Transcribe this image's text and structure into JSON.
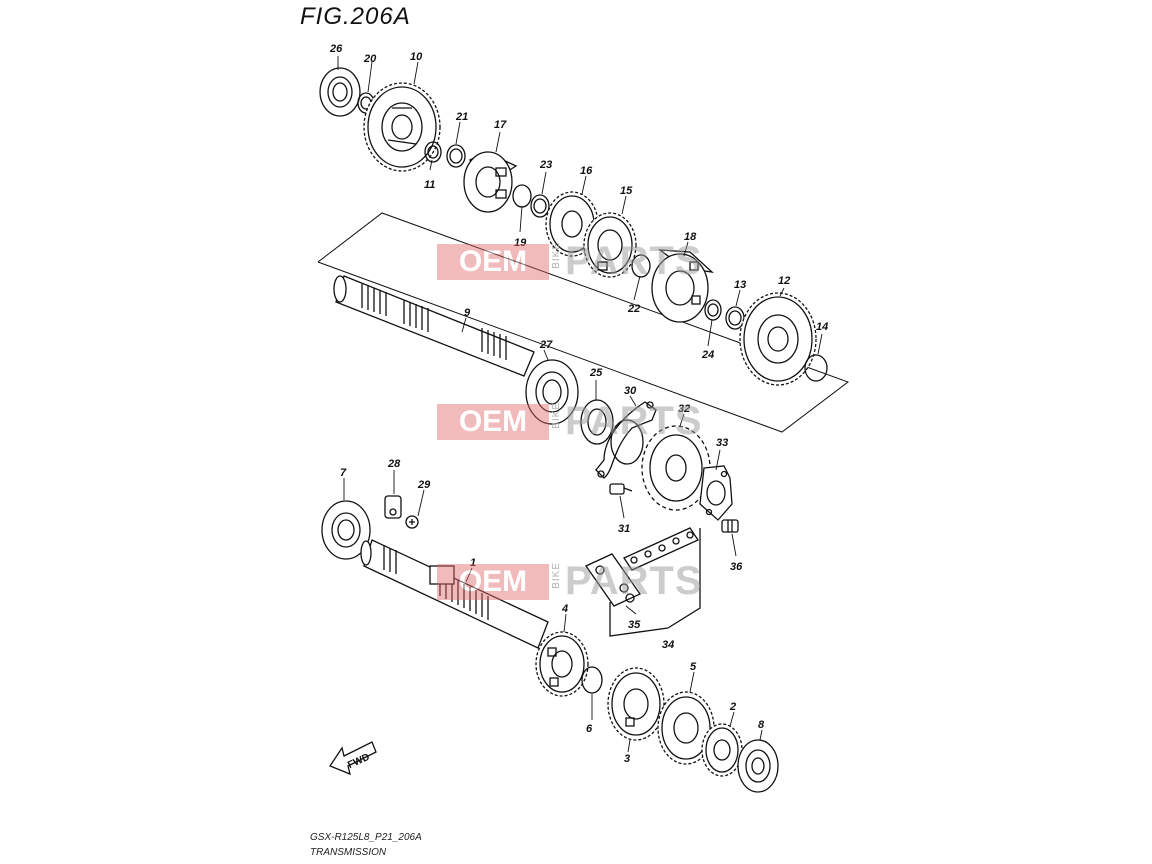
{
  "figure": {
    "title": "FIG.206A"
  },
  "footer": {
    "model_code": "GSX-R125L8_P21_206A",
    "section_name": "TRANSMISSION"
  },
  "watermark": {
    "brand": "OEM",
    "tagline": "BIKE",
    "suffix": "PARTS"
  },
  "direction_marker": {
    "label": "FWD"
  },
  "callouts": [
    "26",
    "20",
    "10",
    "21",
    "11",
    "17",
    "23",
    "19",
    "16",
    "15",
    "22",
    "18",
    "13",
    "12",
    "24",
    "14",
    "9",
    "27",
    "25",
    "30",
    "32",
    "33",
    "31",
    "36",
    "28",
    "29",
    "7",
    "1",
    "35",
    "34",
    "4",
    "6",
    "3",
    "5",
    "2",
    "8"
  ]
}
